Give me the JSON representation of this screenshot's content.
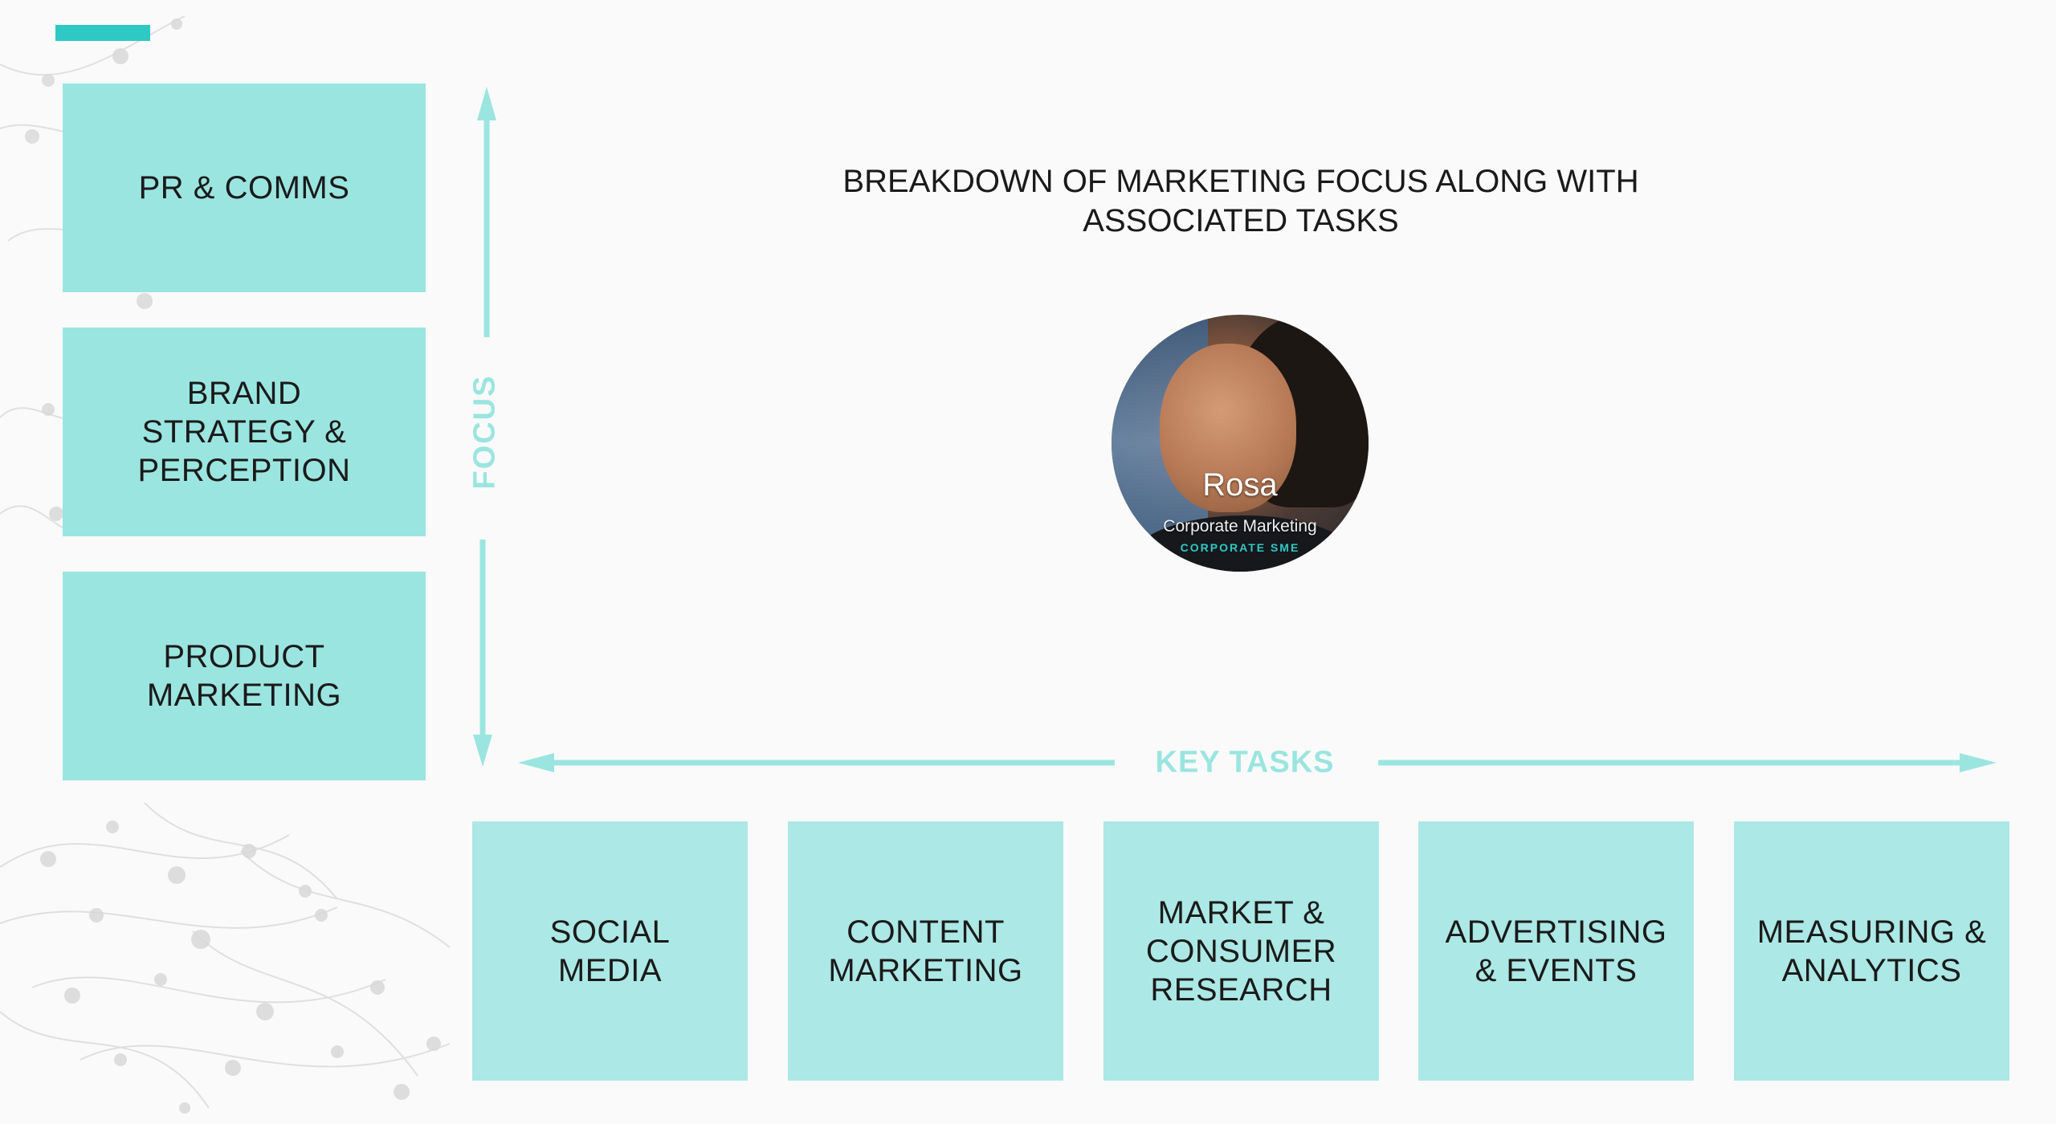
{
  "title": "BREAKDOWN OF MARKETING FOCUS ALONG WITH\nASSOCIATED TASKS",
  "focus_axis_label": "FOCUS",
  "tasks_axis_label": "KEY TASKS",
  "focus_areas": [
    "PR & COMMS",
    "BRAND\nSTRATEGY &\nPERCEPTION",
    "PRODUCT\nMARKETING"
  ],
  "key_tasks": [
    "SOCIAL\nMEDIA",
    "CONTENT\nMARKETING",
    "MARKET &\nCONSUMER\nRESEARCH",
    "ADVERTISING\n& EVENTS",
    "MEASURING &\nANALYTICS"
  ],
  "persona": {
    "name": "Rosa",
    "role": "Corporate Marketing",
    "tag": "CORPORATE SME"
  },
  "colors": {
    "accent": "#2ec9c4",
    "box_focus": "#9be5e0",
    "box_task": "#ace8e5",
    "arrow": "#9be5e0"
  }
}
